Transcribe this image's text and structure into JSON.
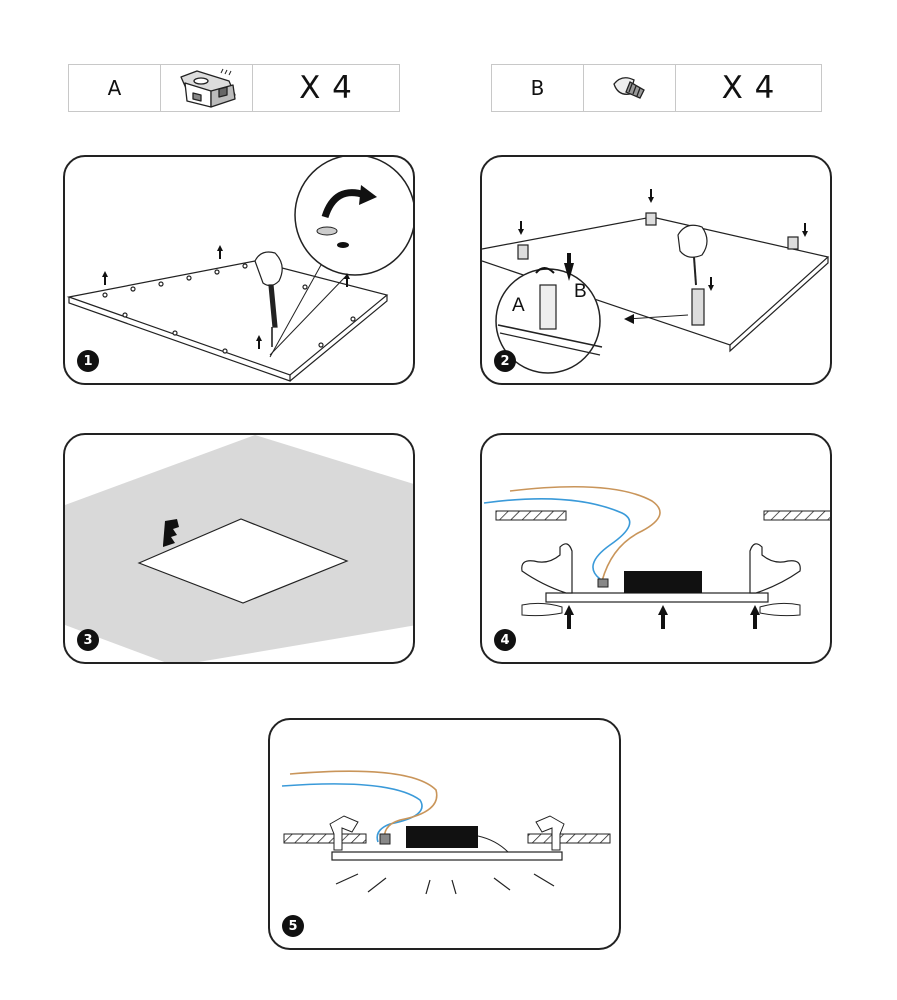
{
  "parts": [
    {
      "letter": "A",
      "icon": "mounting-clip-icon",
      "quantity": "X 4"
    },
    {
      "letter": "B",
      "icon": "screw-icon",
      "quantity": "X 4"
    }
  ],
  "steps": [
    {
      "number": "1"
    },
    {
      "number": "2",
      "callout_labels": [
        "A",
        "B"
      ]
    },
    {
      "number": "3"
    },
    {
      "number": "4"
    },
    {
      "number": "5"
    }
  ],
  "colors": {
    "line": "#222222",
    "ceiling": "#d9d9d9",
    "wire_blue": "#3a9ad9",
    "wire_brown": "#c9955a",
    "driver": "#111111"
  }
}
